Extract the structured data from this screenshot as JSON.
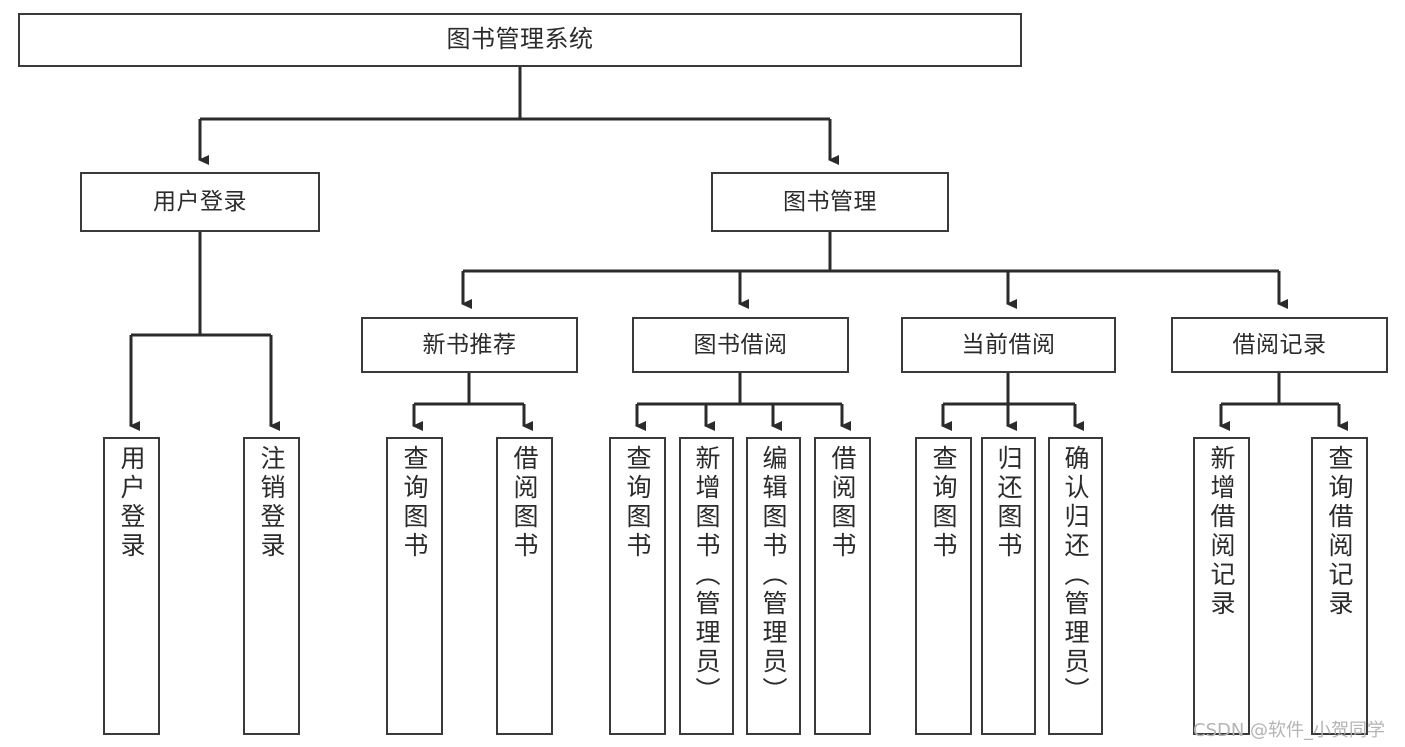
{
  "diagram": {
    "type": "tree-hierarchy",
    "title": "图书管理系统",
    "watermark": "CSDN @软件_小贺同学",
    "colors": {
      "background": "#ffffff",
      "box_border": "#3a3a3a",
      "connector": "#2b2b2b",
      "text": "#2b2b2b",
      "watermark": "#b4b4b4"
    },
    "nodes": {
      "root": {
        "label": "图书管理系统"
      },
      "level2": [
        {
          "id": "user-login",
          "label": "用户登录"
        },
        {
          "id": "book-manage",
          "label": "图书管理"
        }
      ],
      "level3": [
        {
          "id": "new-book-recommend",
          "label": "新书推荐"
        },
        {
          "id": "book-borrow",
          "label": "图书借阅"
        },
        {
          "id": "current-borrow",
          "label": "当前借阅"
        },
        {
          "id": "borrow-record",
          "label": "借阅记录"
        }
      ],
      "leaves": {
        "user-login": [
          {
            "id": "leaf-user-login",
            "label": "用户登录"
          },
          {
            "id": "leaf-logout",
            "label": "注销登录"
          }
        ],
        "new-book-recommend": [
          {
            "id": "leaf-query-book-1",
            "label": "查询图书"
          },
          {
            "id": "leaf-borrow-book-1",
            "label": "借阅图书"
          }
        ],
        "book-borrow": [
          {
            "id": "leaf-query-book-2",
            "label": "查询图书"
          },
          {
            "id": "leaf-add-book",
            "label": "新增图书（管理员）"
          },
          {
            "id": "leaf-edit-book",
            "label": "编辑图书（管理员）"
          },
          {
            "id": "leaf-borrow-book-2",
            "label": "借阅图书"
          }
        ],
        "current-borrow": [
          {
            "id": "leaf-query-book-3",
            "label": "查询图书"
          },
          {
            "id": "leaf-return-book",
            "label": "归还图书"
          },
          {
            "id": "leaf-confirm-return",
            "label": "确认归还（管理员）"
          }
        ],
        "borrow-record": [
          {
            "id": "leaf-add-record",
            "label": "新增借阅记录"
          },
          {
            "id": "leaf-query-record",
            "label": "查询借阅记录"
          }
        ]
      }
    }
  }
}
